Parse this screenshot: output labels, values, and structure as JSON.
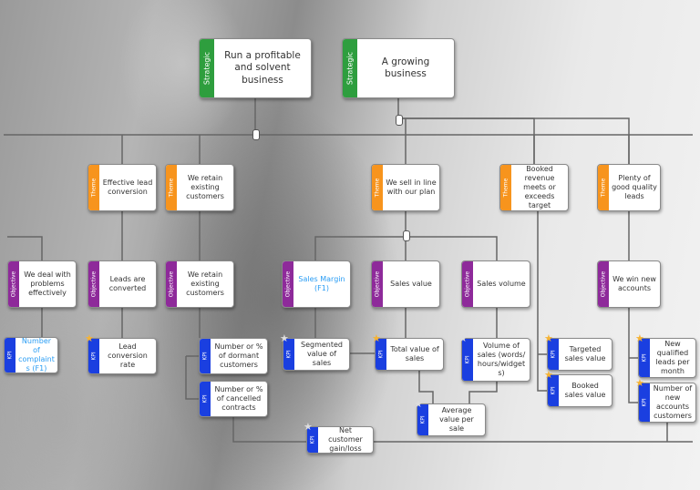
{
  "colors": {
    "strategic": "#2e9e3e",
    "theme": "#f7941d",
    "objective": "#8e2a9a",
    "kpi": "#1a3fe0",
    "link_text": "#2a9df4",
    "connector": "#666666"
  },
  "icons": {
    "star": "star-icon"
  },
  "nodes": [
    {
      "id": "s1",
      "type": "strategic",
      "tag": "Strategic",
      "text": "Run a profitable and solvent business"
    },
    {
      "id": "s2",
      "type": "strategic",
      "tag": "Strategic",
      "text": "A growing business"
    },
    {
      "id": "t1",
      "type": "theme",
      "tag": "Theme",
      "text": "Effective lead conversion"
    },
    {
      "id": "t2",
      "type": "theme",
      "tag": "Theme",
      "text": "We retain existing customers"
    },
    {
      "id": "t3",
      "type": "theme",
      "tag": "Theme",
      "text": "We sell in line with our plan"
    },
    {
      "id": "t4",
      "type": "theme",
      "tag": "Theme",
      "text": "Booked revenue meets or exceeds target"
    },
    {
      "id": "t5",
      "type": "theme",
      "tag": "Theme",
      "text": "Plenty of good quality leads"
    },
    {
      "id": "o1",
      "type": "objective",
      "tag": "Objective",
      "text": "We deal with problems effectively"
    },
    {
      "id": "o2",
      "type": "objective",
      "tag": "Objective",
      "text": "Leads are converted"
    },
    {
      "id": "o3",
      "type": "objective",
      "tag": "Objective",
      "text": "We retain existing customers"
    },
    {
      "id": "o4",
      "type": "objective",
      "tag": "Objective",
      "text": "Sales Margin (F1)",
      "link": true
    },
    {
      "id": "o5",
      "type": "objective",
      "tag": "Objective",
      "text": "Sales value"
    },
    {
      "id": "o6",
      "type": "objective",
      "tag": "Objective",
      "text": "Sales volume"
    },
    {
      "id": "o7",
      "type": "objective",
      "tag": "Objective",
      "text": "We win new accounts"
    },
    {
      "id": "k0",
      "type": "kpi",
      "tag": "KPI",
      "text": "Number of complaints (F1)",
      "link": true
    },
    {
      "id": "k1",
      "type": "kpi",
      "tag": "KPI",
      "text": "Lead conversion rate",
      "star": "gold"
    },
    {
      "id": "k2",
      "type": "kpi",
      "tag": "KPI",
      "text": "Number or % of dormant customers"
    },
    {
      "id": "k3",
      "type": "kpi",
      "tag": "KPI",
      "text": "Number or % of cancelled contracts"
    },
    {
      "id": "k4",
      "type": "kpi",
      "tag": "KPI",
      "text": "Segmented value of sales",
      "star": "grey"
    },
    {
      "id": "k5",
      "type": "kpi",
      "tag": "KPI",
      "text": "Total value of sales",
      "star": "gold"
    },
    {
      "id": "k6",
      "type": "kpi",
      "tag": "KPI",
      "text": "Volume of sales (words/ hours/widgets)",
      "star": "grey"
    },
    {
      "id": "k7",
      "type": "kpi",
      "tag": "KPI",
      "text": "Targeted sales value",
      "star": "gold"
    },
    {
      "id": "k8",
      "type": "kpi",
      "tag": "KPI",
      "text": "Booked sales value",
      "star": "gold"
    },
    {
      "id": "k9",
      "type": "kpi",
      "tag": "KPI",
      "text": "New qualified leads per month",
      "star": "gold"
    },
    {
      "id": "k10",
      "type": "kpi",
      "tag": "KPI",
      "text": "Number of new accounts customers",
      "star": "gold"
    },
    {
      "id": "k11",
      "type": "kpi",
      "tag": "KPI",
      "text": "Average value per sale",
      "star": "grey"
    },
    {
      "id": "k12",
      "type": "kpi",
      "tag": "KPI",
      "text": "Net customer gain/loss",
      "star": "grey"
    }
  ]
}
